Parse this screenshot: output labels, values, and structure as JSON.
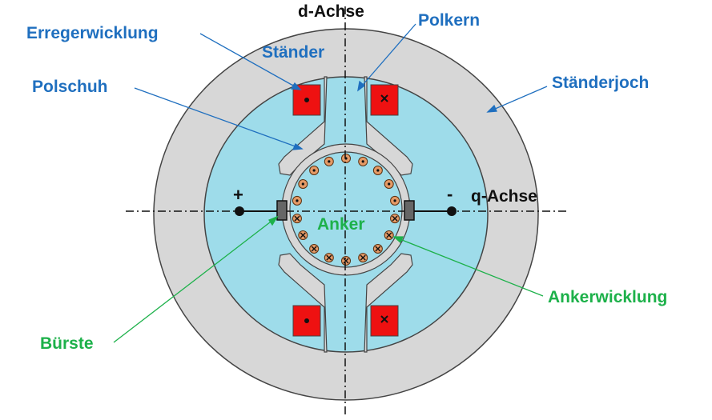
{
  "labels": {
    "d_axis": "d-Achse",
    "q_axis": "q-Achse",
    "erregerwicklung": "Erregerwicklung",
    "polkern": "Polkern",
    "staender": "Ständer",
    "polschuh": "Polschuh",
    "staenderjoch": "Ständerjoch",
    "anker": "Anker",
    "ankerwicklung": "Ankerwicklung",
    "buerste": "Bürste",
    "plus": "+",
    "minus": "-"
  },
  "colors": {
    "yoke": "#d7d7d7",
    "pole": "#9edcea",
    "winding": "#ee1111",
    "conductor": "#e59a66",
    "label_blue": "#1f6fbf",
    "label_green": "#1db14a"
  },
  "icons": {
    "dot_winding": "current-out-of-plane-dot",
    "cross_winding": "current-into-plane-cross"
  }
}
